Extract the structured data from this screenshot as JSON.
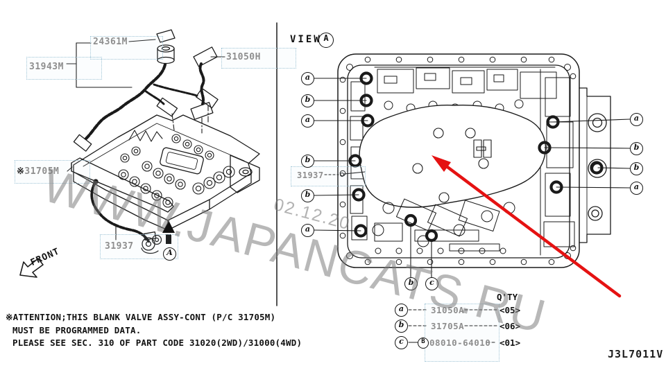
{
  "left": {
    "label_sensor": "24361M",
    "label_harness": "31943M",
    "label_connector": "31050H",
    "label_valve_prefix": "※",
    "label_valve": "31705M",
    "label_switch": "31937",
    "front": "FRONT",
    "view_ref": "A"
  },
  "right": {
    "view_label": "VIEW",
    "view_ref": "A",
    "label_switch": "31937",
    "callouts_left": [
      "a",
      "b",
      "a",
      "b",
      "b",
      "a"
    ],
    "callouts_right": [
      "a",
      "b",
      "b",
      "a"
    ],
    "callouts_bottom": [
      "b",
      "c"
    ],
    "table": {
      "qty_header": "Q'TY",
      "rows": [
        {
          "ref": "a",
          "part": "31050A",
          "qty": "<05>"
        },
        {
          "ref": "b",
          "part": "31705A",
          "qty": "<06>"
        },
        {
          "ref": "c",
          "bolt_prefix": "B",
          "part": "08010-64010",
          "qty": "<01>"
        }
      ]
    }
  },
  "note": {
    "line1": "※ATTENTION;THIS BLANK VALVE ASSY-CONT (P/C 31705M)",
    "line2": "MUST BE PROGRAMMED DATA.",
    "line3": "PLEASE SEE SEC. 310 OF PART CODE 31020(2WD)/31000(4WD)"
  },
  "code": "J3L7011V",
  "watermark": {
    "site": "WWW.JAPANCATS.RU",
    "date": "02.12.20"
  },
  "colors": {
    "line": "#1a1a1a",
    "label": "#8e8e8e",
    "red_arrow": "#e51212",
    "highlight_box": "#9fc4d6"
  }
}
